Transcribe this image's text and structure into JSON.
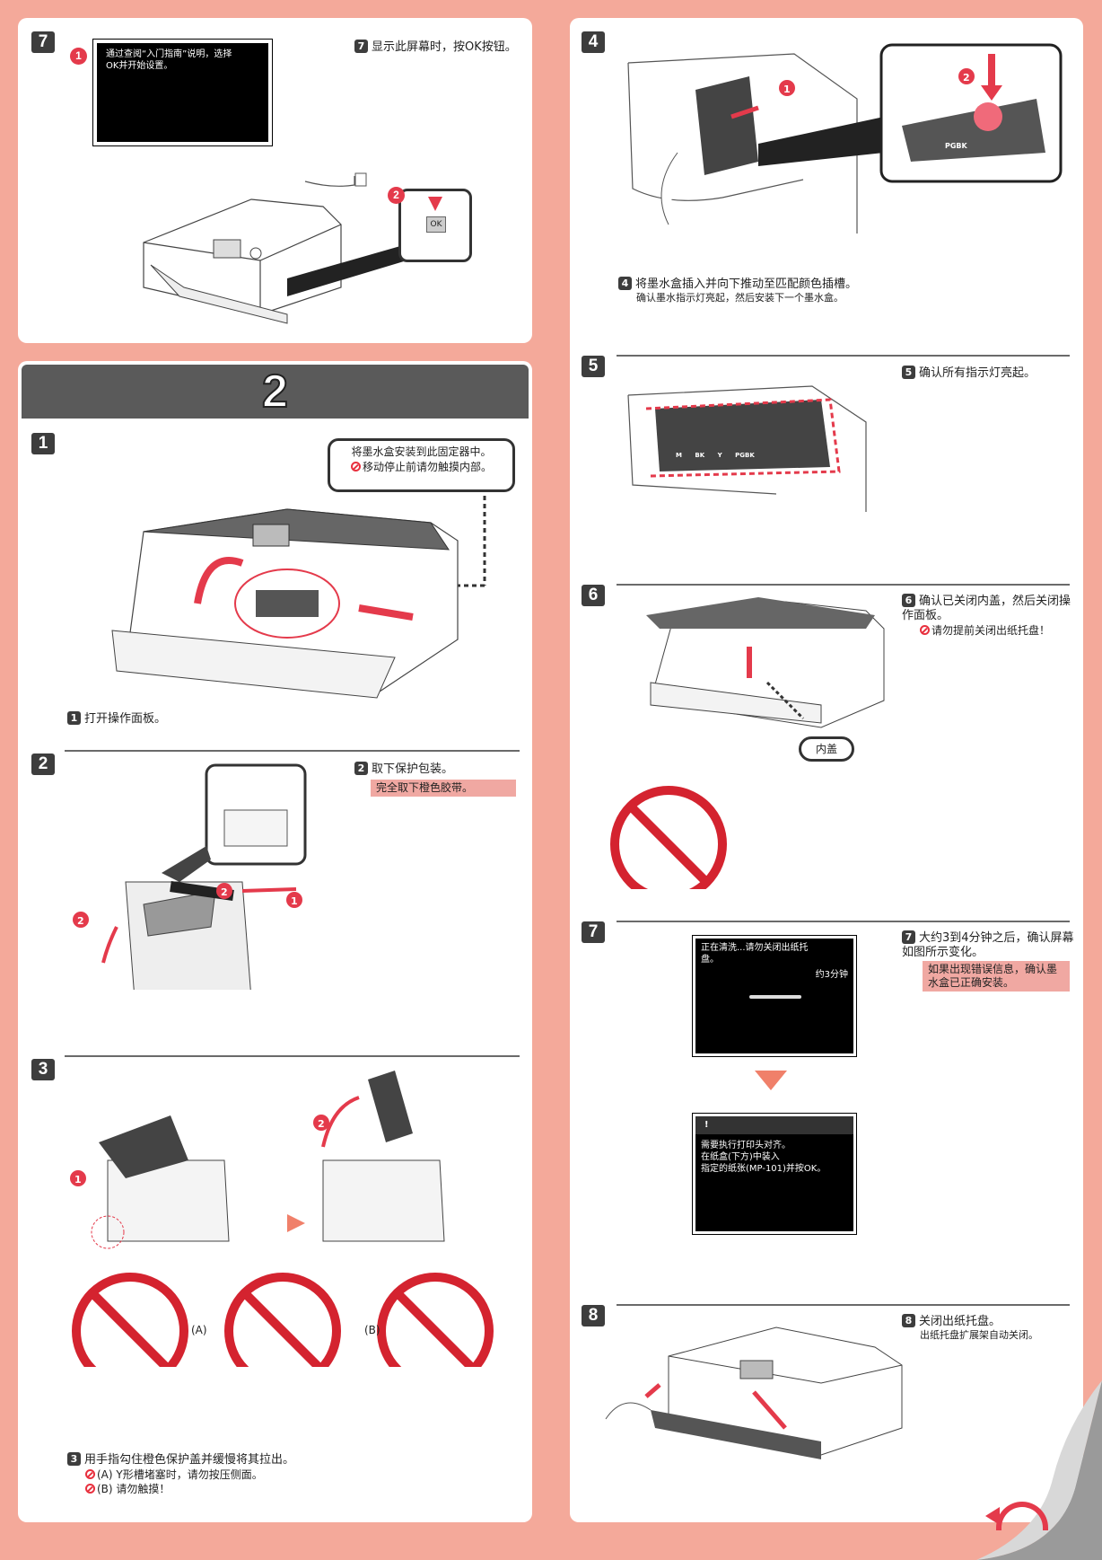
{
  "topLeft": {
    "step": "7",
    "screen_text": "通过查阅“入门指南”说明，选择OK并开始设置。",
    "desc_num": "7",
    "desc": "显示此屏幕时，按OK按钮。",
    "ok_label": "OK"
  },
  "section": {
    "number": "2"
  },
  "s1": {
    "step": "1",
    "callout_line1": "将墨水盒安装到此固定器中。",
    "callout_line2": "移动停止前请勿触摸内部。",
    "desc_num": "1",
    "desc": "打开操作面板。"
  },
  "s2": {
    "step": "2",
    "desc_num": "2",
    "desc": "取下保护包装。",
    "note": "完全取下橙色胶带。"
  },
  "s3": {
    "step": "3",
    "label_a": "(A)",
    "label_b": "(B)",
    "desc_num": "3",
    "desc": "用手指勾住橙色保护盖并缓慢将其拉出。",
    "note_a": "(A) Y形槽堵塞时，请勿按压侧面。",
    "note_b": "(B) 请勿触摸！"
  },
  "s4": {
    "step": "4",
    "desc_num": "4",
    "desc": "将墨水盒插入并向下推动至匹配颜色插槽。",
    "sub": "确认墨水指示灯亮起，然后安装下一个墨水盒。",
    "pgbk": "PGBK"
  },
  "s5": {
    "step": "5",
    "desc_num": "5",
    "desc": "确认所有指示灯亮起。",
    "labels": [
      "M",
      "BK",
      "Y",
      "PGBK"
    ]
  },
  "s6": {
    "step": "6",
    "desc_num": "6",
    "desc": "确认已关闭内盖，然后关闭操作面板。",
    "warn": "请勿提前关闭出纸托盘！",
    "callout": "内盖"
  },
  "s7": {
    "step": "7",
    "desc_num": "7",
    "desc": "大约3到4分钟之后，确认屏幕如图所示变化。",
    "note": "如果出现错误信息，确认墨水盒已正确安装。",
    "screen1": "正在清洗...请勿关闭出纸托盘。",
    "screen1_time": "约3分钟",
    "screen2_l1": "需要执行打印头对齐。",
    "screen2_l2": "在纸盒(下方)中装入",
    "screen2_l3": "指定的纸张(MP-101)并按OK。"
  },
  "s8": {
    "step": "8",
    "desc_num": "8",
    "desc": "关闭出纸托盘。",
    "sub": "出纸托盘扩展架自动关闭。"
  }
}
